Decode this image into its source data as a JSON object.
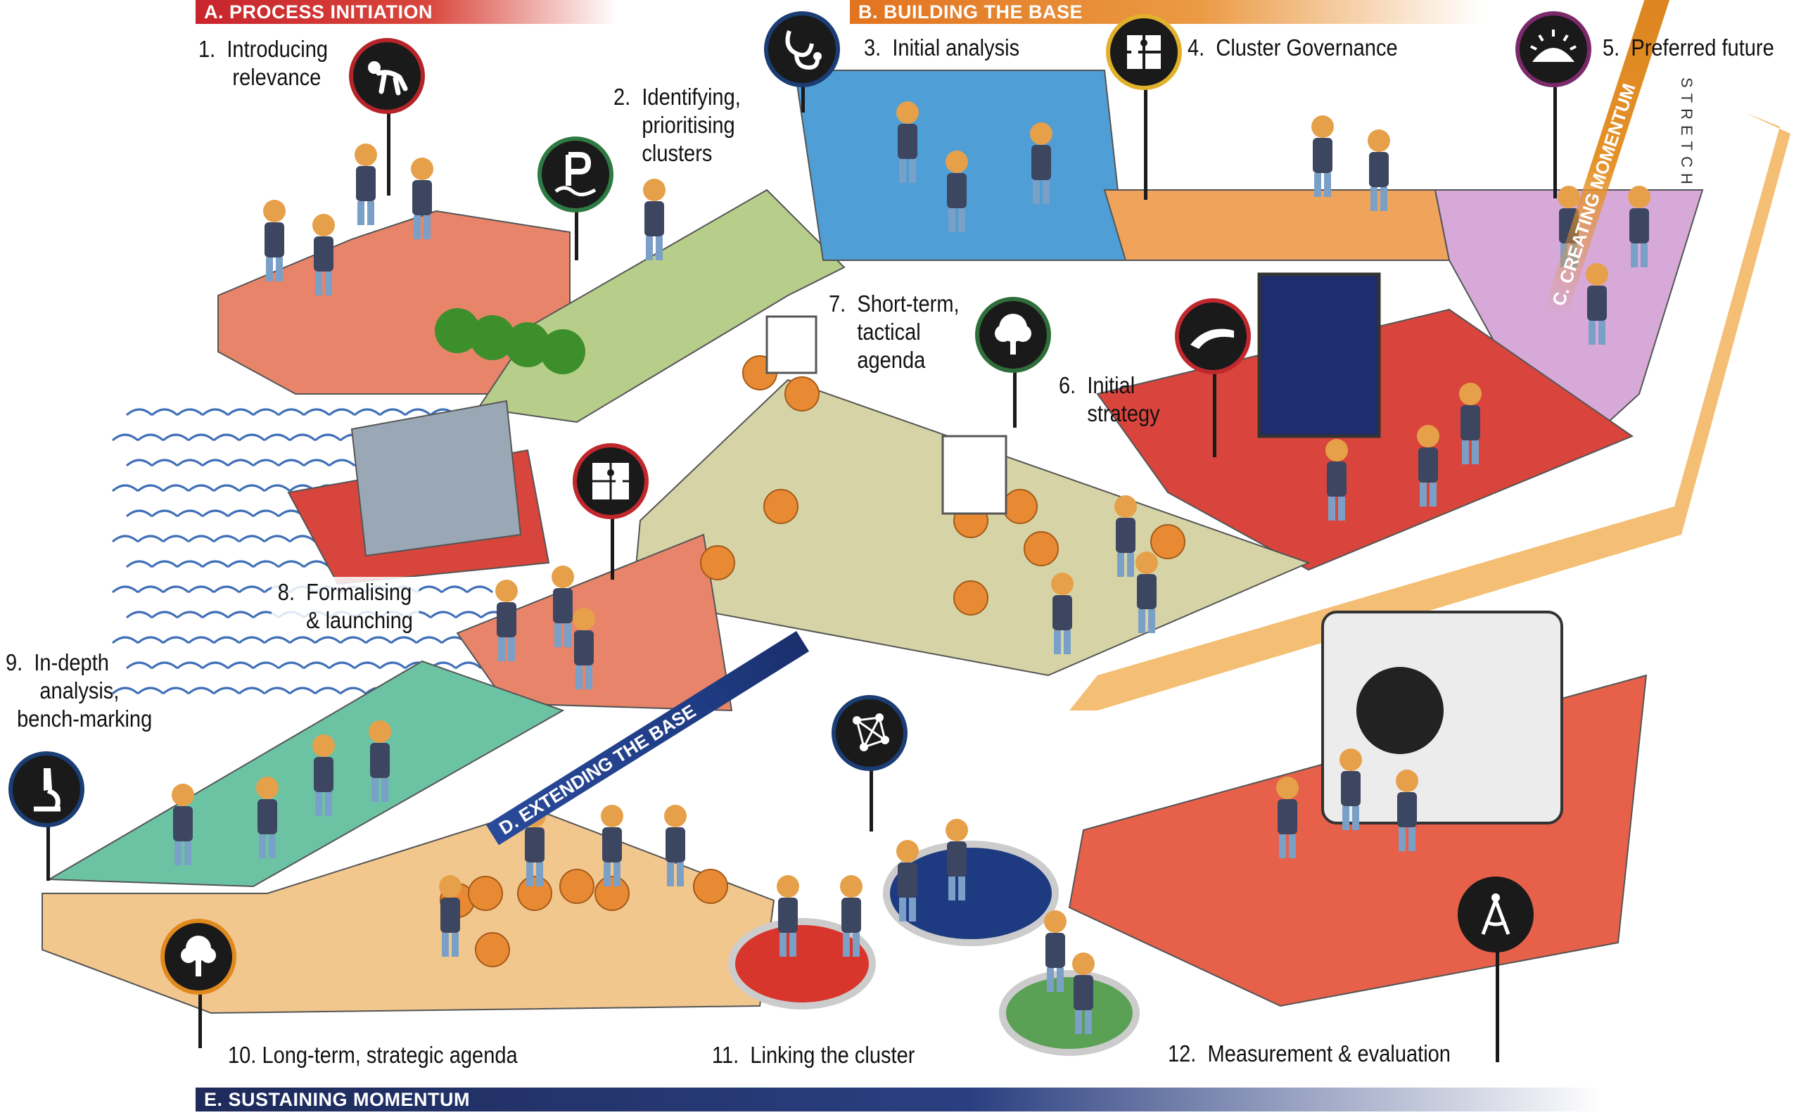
{
  "phases": {
    "a": "A. PROCESS INITIATION",
    "b": "B. BUILDING THE BASE",
    "c": "C. CREATING MOMENTUM",
    "d": "D. EXTENDING THE BASE",
    "e": "E. SUSTAINING MOMENTUM"
  },
  "steps": {
    "s1": "1.  Introducing\n      relevance",
    "s2": "2.  Identifying,\n     prioritising\n     clusters",
    "s3": "3.  Initial analysis",
    "s4": "4.  Cluster Governance",
    "s5": "5.  Preferred future",
    "s6": "6.  Initial\n     strategy",
    "s7": "7.  Short-term,\n     tactical\n     agenda",
    "s8": "8.  Formalising\n     & launching",
    "s9": "9.  In-depth\n      analysis,\n  bench-marking",
    "s10": "10. Long-term, strategic agenda",
    "s11": "11.  Linking the cluster",
    "s12": "12.  Measurement & evaluation"
  },
  "labels": {
    "stretch": "STRETCH"
  },
  "icons": {
    "s1": "crawling-figure-icon",
    "s2": "parking-sign-icon",
    "s3": "stethoscope-icon",
    "s4": "puzzle-pieces-icon",
    "s5": "sunrise-icon",
    "s6": "road-curve-icon",
    "s7": "tree-icon",
    "s8": "puzzle-icon",
    "s9": "microscope-icon",
    "s10": "tree-icon",
    "s11": "network-icon",
    "s12": "compass-icon"
  },
  "colors": {
    "phase_a": "#c8242c",
    "phase_b": "#e2731f",
    "phase_c": "#e59228",
    "phase_d": "#1e3b82",
    "phase_e": "#1d2a5a",
    "platform_salmon": "#e8846a",
    "platform_green": "#b7cd8a",
    "platform_blue": "#4f9ed6",
    "platform_orange": "#f0a35a",
    "platform_lavender": "#d6a9d8",
    "platform_red": "#d9453c",
    "platform_court": "#d6d4a6",
    "platform_teal": "#6cc3a4",
    "platform_peach": "#f2c78e",
    "platform_measure": "#e6604a",
    "ball": "#e88a34",
    "water": "#3f6fb8"
  }
}
